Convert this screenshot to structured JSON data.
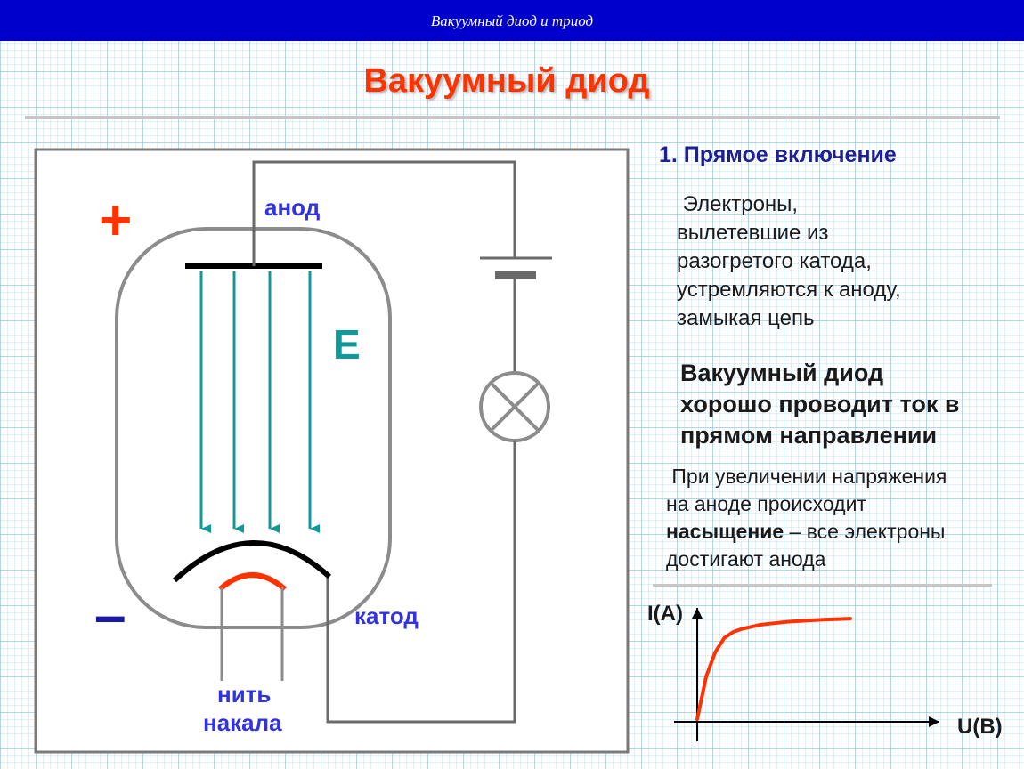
{
  "header": {
    "title": "Вакуумный диод и триод"
  },
  "page_title": "Вакуумный  диод",
  "diagram": {
    "labels": {
      "anode": "анод",
      "cathode": "катод",
      "filament_line1": "нить",
      "filament_line2": "накала",
      "plus": "+",
      "minus": "–",
      "field": "E"
    },
    "colors": {
      "tube": "#8c8c8c",
      "field_arrows": "#119999",
      "filament": "#ff3300",
      "electrodes": "#000000"
    }
  },
  "text": {
    "section_heading": "1. Прямое включение",
    "paragraph1": " Электроны,\nвылетевшие из\nразогретого катода,\nустремляются к аноду,\nзамыкая цепь",
    "paragraph2": "Вакуумный диод\nхорошо проводит ток в\nпрямом направлении",
    "paragraph3": {
      "line1": " При увеличении напряжения",
      "line2": "на аноде происходит",
      "line3_bold": "насыщение",
      "line3_rest": " – все электроны",
      "line4": "достигают анода"
    }
  },
  "graph": {
    "ylabel": "I(A)",
    "xlabel": "U(B)",
    "curve_color": "#ff3300",
    "description_curve": "saturation"
  },
  "chart_data": {
    "type": "line",
    "xlabel": "U(B)",
    "ylabel": "I(A)",
    "x": [
      0,
      1,
      2,
      3,
      4,
      5,
      6,
      7,
      8,
      10,
      12,
      14,
      17
    ],
    "series": [
      {
        "values": [
          0,
          42,
          66,
          80,
          86,
          89,
          91,
          93,
          94,
          96,
          97,
          98,
          99
        ]
      }
    ],
    "xlim": [
      0,
      17
    ],
    "ylim": [
      0,
      100
    ],
    "grid": false
  }
}
